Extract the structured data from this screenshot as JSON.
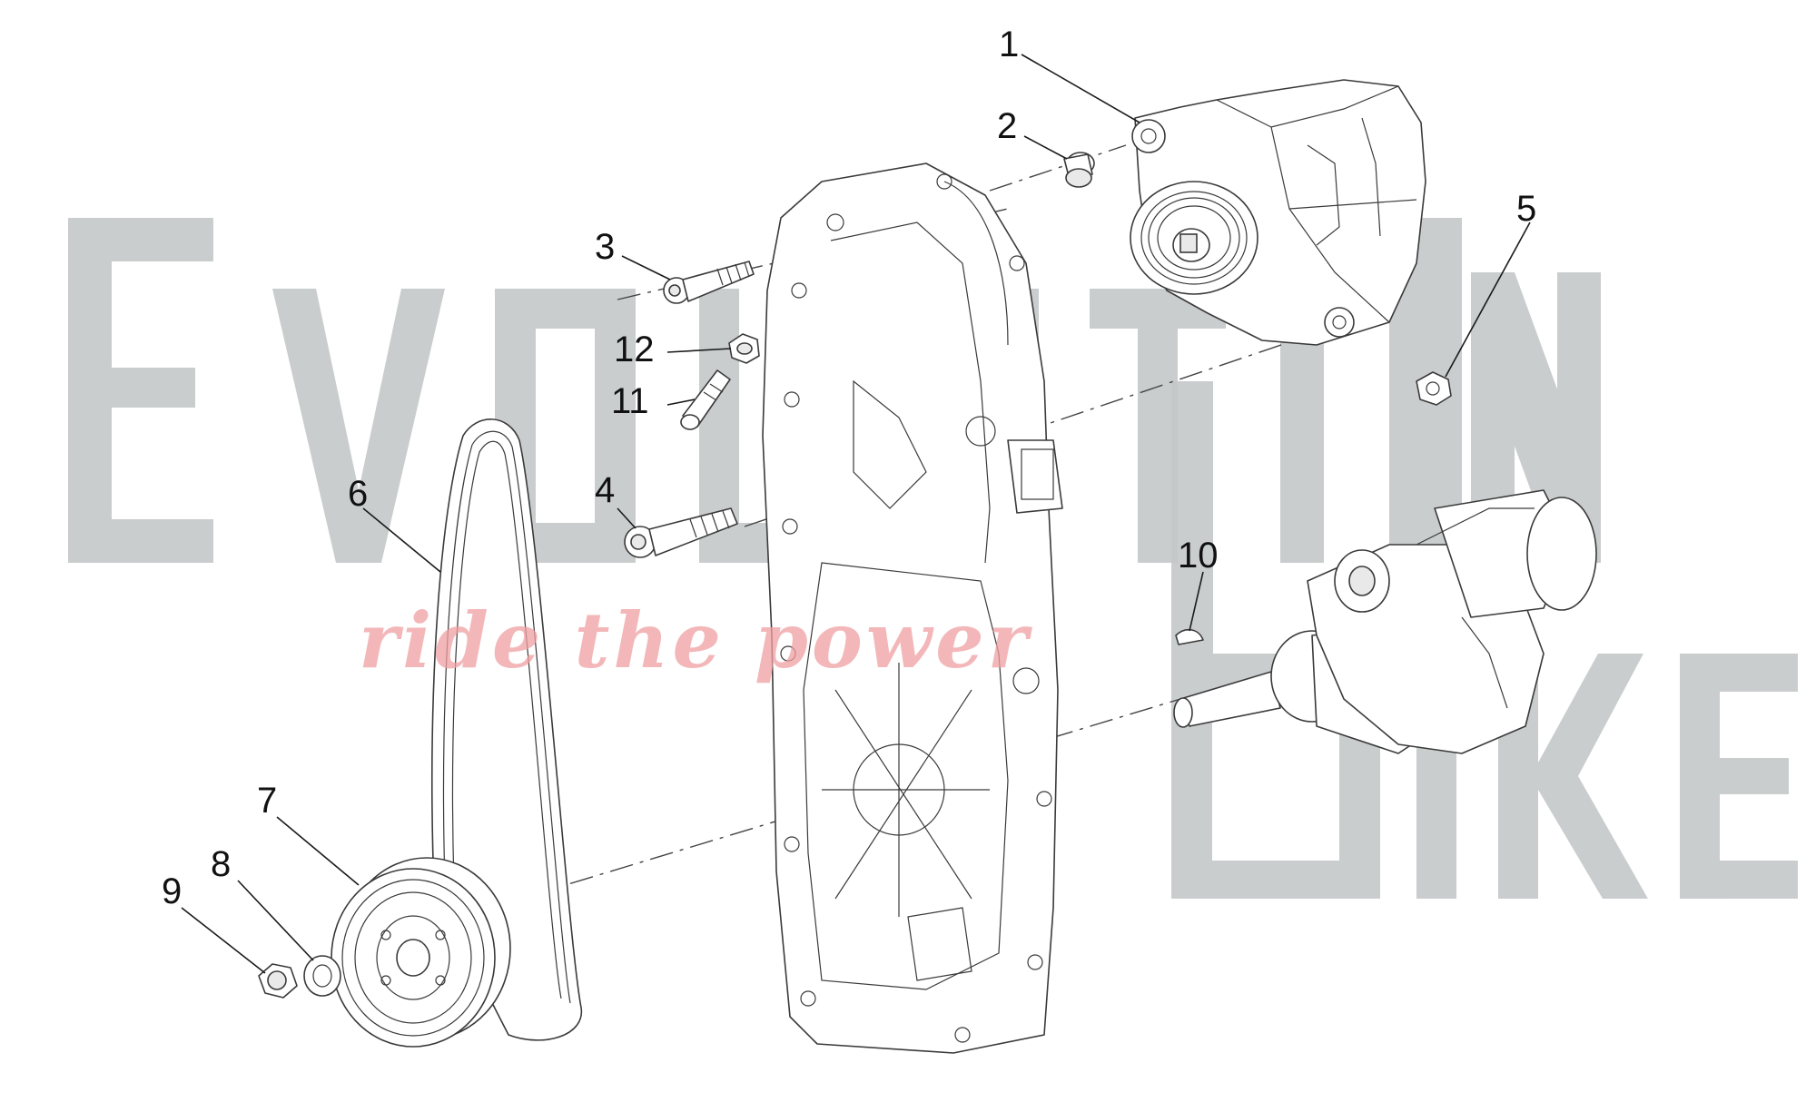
{
  "watermark": {
    "word_top_letters": [
      "E",
      "v",
      "o",
      "l",
      "u",
      "t",
      "I",
      "O",
      "N"
    ],
    "word_bottom_letters": [
      "B",
      "I",
      "K",
      "E"
    ],
    "tagline": "ride the power",
    "letter_color": "#c4c8c9",
    "tagline_color": "#f0a0a2"
  },
  "callouts": {
    "c1": "1",
    "c2": "2",
    "c3": "3",
    "c4": "4",
    "c5": "5",
    "c6": "6",
    "c7": "7",
    "c8": "8",
    "c9": "9",
    "c10": "10",
    "c11": "11",
    "c12": "12"
  },
  "parts": {
    "alternator": "alternator-icon",
    "spacer": "spacer-bushing-icon",
    "screw_long": "socket-head-screw-icon",
    "nut": "hex-nut-icon",
    "belt": "drive-belt-icon",
    "pulley": "crank-pulley-icon",
    "washer": "washer-icon",
    "key": "woodruff-key-icon",
    "stud": "stud-bolt-icon",
    "crankshaft": "crankshaft-icon",
    "cover": "timing-cover-icon"
  }
}
